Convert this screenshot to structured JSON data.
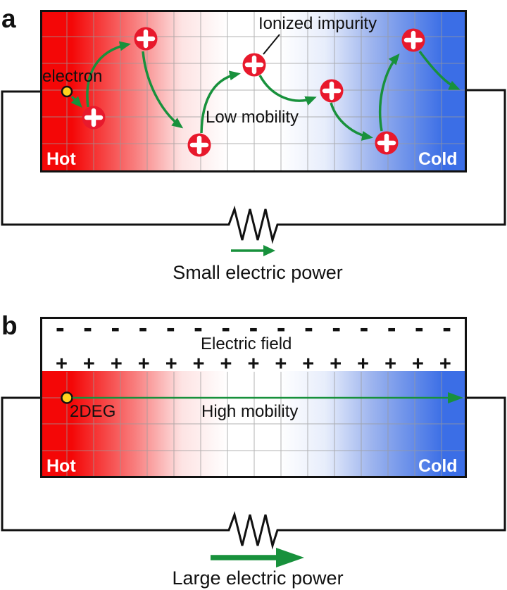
{
  "figure": {
    "panel_a": {
      "label": "a",
      "electron_label": "electron",
      "ionized_impurity_label": "Ionized impurity",
      "low_mobility_label": "Low mobility",
      "hot_label": "Hot",
      "cold_label": "Cold",
      "caption": "Small electric power"
    },
    "panel_b": {
      "label": "b",
      "electric_field_label": "Electric field",
      "two_deg_label": "2DEG",
      "high_mobility_label": "High mobility",
      "hot_label": "Hot",
      "cold_label": "Cold",
      "caption": "Large electric power",
      "minus_charges": [
        "-",
        "-",
        "-",
        "-",
        "-",
        "-",
        "-",
        "-",
        "-",
        "-",
        "-",
        "-",
        "-",
        "-",
        "-"
      ],
      "plus_charges": [
        "+",
        "+",
        "+",
        "+",
        "+",
        "+",
        "+",
        "+",
        "+",
        "+",
        "+",
        "+",
        "+",
        "+",
        "+"
      ]
    },
    "colors": {
      "hot_red": "#f40707",
      "cold_blue": "#3b6ee6",
      "impurity_red": "#e8192c",
      "arrow_green": "#18913c",
      "electron_yellow": "#ffd21e",
      "wire_black": "#111111",
      "grid_gray": "#999999"
    }
  }
}
